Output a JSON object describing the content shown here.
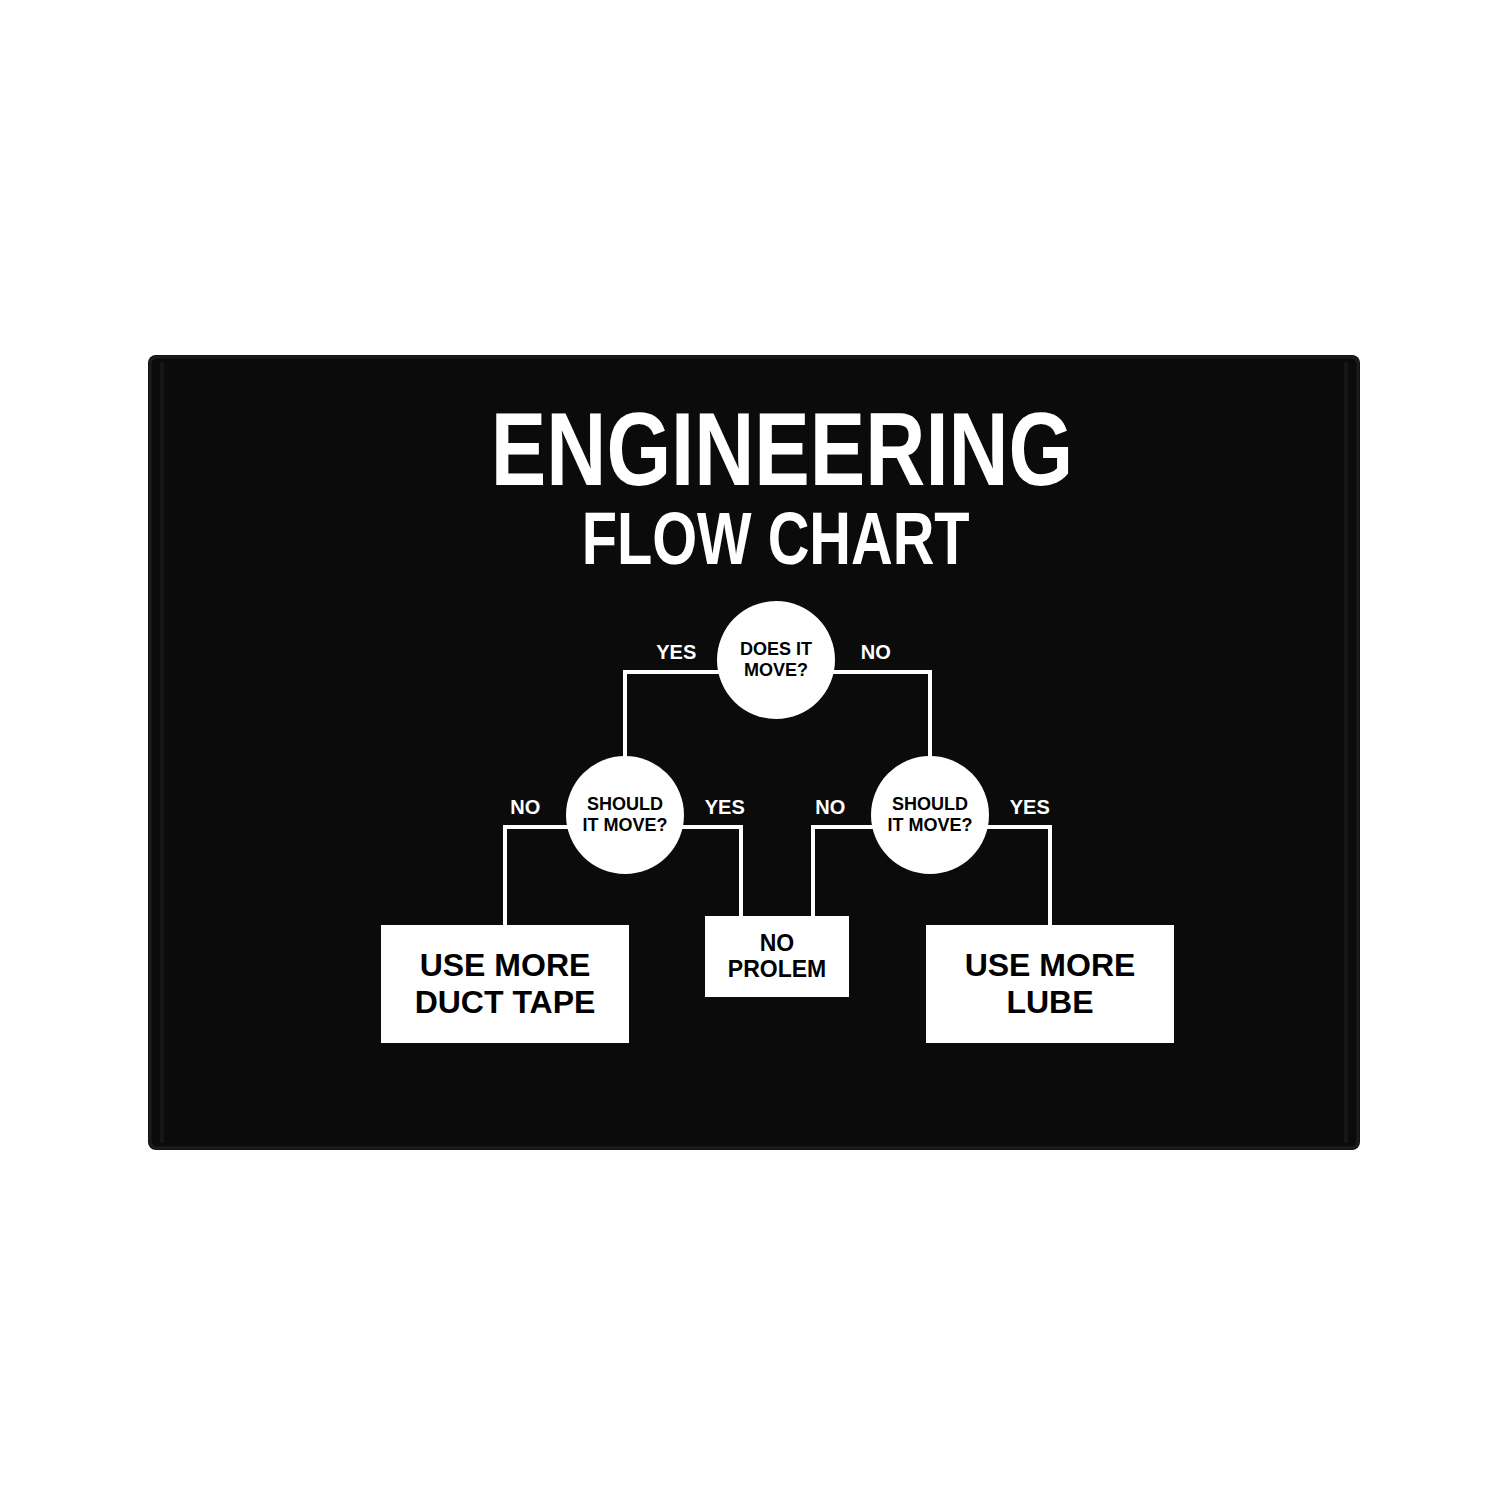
{
  "diagram": {
    "title": "ENGINEERING",
    "nodes": [
      {
        "text": [
          "DOES IT MOVE?"
        ]
      },
      {
        "text": [
          "SHOULD IT MOVE?"
        ]
      },
      {
        "text": [
          "SHOULD IT MOVE?"
        ]
      },
      {
        "text": [
          "USE MORE DUCT TAPE"
        ]
      },
      {
        "text": [
          "NO PROLEM"
        ]
      },
      {
        "text": [
          "USE MORE LUBE"
        ]
      }
    ],
    "edges": [
      {
        "from": 0,
        "to": 1,
        "label": "YES",
        "arrow": "none"
      },
      {
        "from": 0,
        "to": 2,
        "label": "NO",
        "arrow": "none"
      },
      {
        "from": 1,
        "to": 3,
        "label": "NO",
        "arrow": "none"
      },
      {
        "from": 1,
        "to": 4,
        "label": "YES",
        "arrow": "none"
      },
      {
        "from": 2,
        "to": 4,
        "label": "NO",
        "arrow": "none"
      },
      {
        "from": 2,
        "to": 5,
        "label": "YES",
        "arrow": "none"
      }
    ],
    "labels": [
      "FLOW CHART"
    ]
  }
}
